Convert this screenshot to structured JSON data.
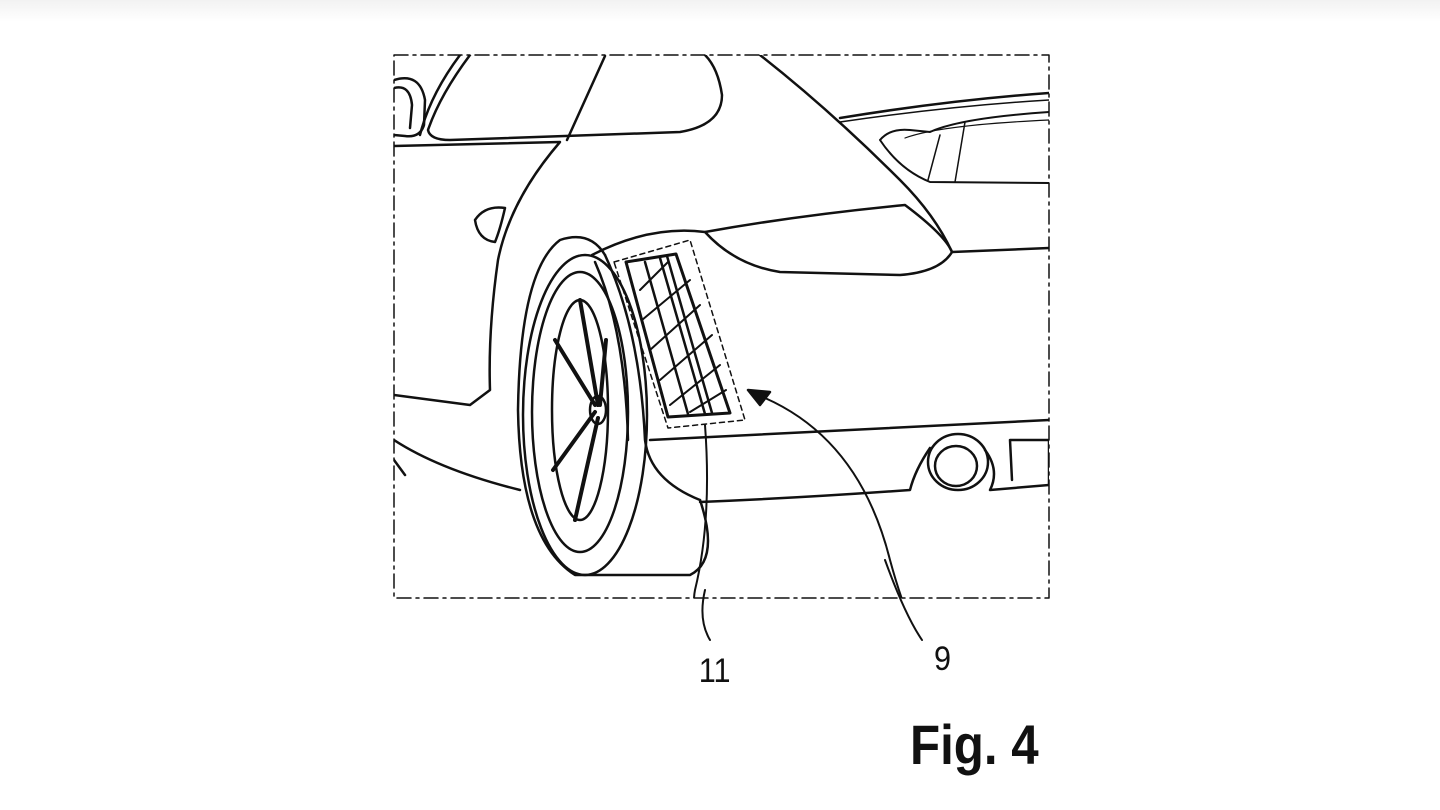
{
  "figure": {
    "caption": "Fig. 4",
    "reference_labels": {
      "vent_grille": "11",
      "vent_region": "9"
    }
  },
  "colors": {
    "line": "#111111",
    "background": "#ffffff"
  }
}
